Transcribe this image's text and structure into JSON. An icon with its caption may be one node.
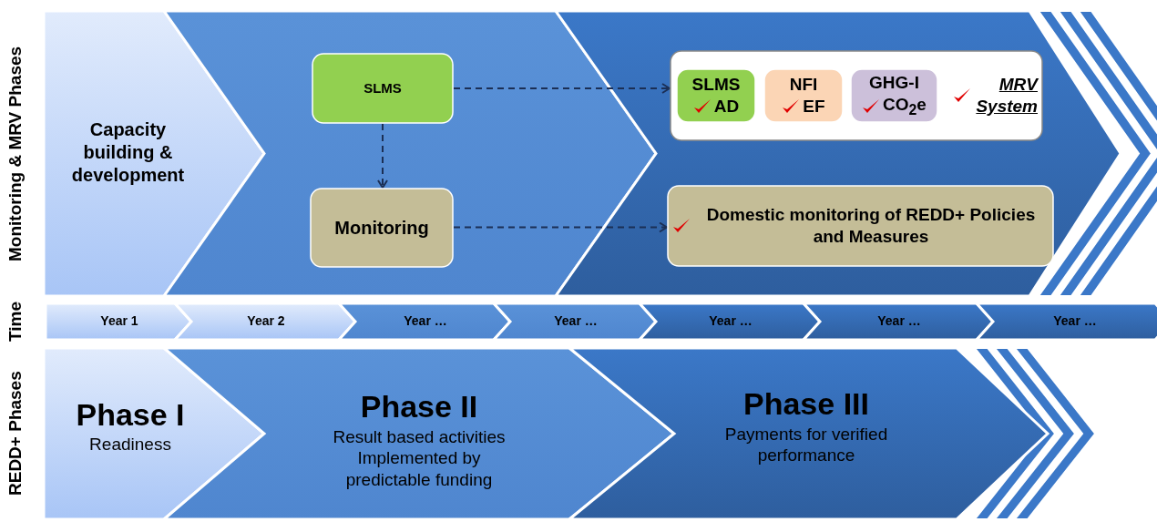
{
  "diagram": {
    "nodes": [
      {
        "text": [
          "Capacity building & development"
        ]
      },
      {
        "text": [],
        "shape": "chevron"
      },
      {
        "text": [
          "SLMS"
        ],
        "in": 1
      },
      {
        "text": [
          "Monitoring"
        ],
        "in": 1
      },
      {
        "text": [],
        "shape": "chevron"
      },
      {
        "text": [
          "MRV System"
        ],
        "in": 4
      },
      {
        "text": [
          "SLMS",
          "AD"
        ],
        "in": 5
      },
      {
        "text": [
          "NFI",
          "EF"
        ],
        "in": 5
      },
      {
        "text": [
          "GHG-I",
          "CO$_{2}$e"
        ],
        "in": 5
      },
      {
        "text": [
          "Domestic monitoring of REDD+ Policies and Measures"
        ],
        "in": 4
      },
      {
        "text": [
          "Year 1"
        ]
      },
      {
        "text": [
          "Year 2"
        ]
      },
      {
        "text": [
          "Year …"
        ]
      },
      {
        "text": [
          "Year …"
        ]
      },
      {
        "text": [
          "Year …"
        ]
      },
      {
        "text": [
          "Year …"
        ]
      },
      {
        "text": [
          "Year …"
        ]
      },
      {
        "text": [
          "Phase I",
          "Readiness"
        ]
      },
      {
        "text": [
          "Phase II",
          "Result based activities Implemented by predictable funding"
        ]
      },
      {
        "text": [
          "Phase III",
          "Payments for verified performance"
        ]
      }
    ],
    "edges": [
      {
        "from": 2,
        "to": 5,
        "arrow": "to",
        "style": "dashed"
      },
      {
        "from": 2,
        "to": 3,
        "arrow": "to",
        "style": "dashed"
      },
      {
        "from": 3,
        "to": 9,
        "arrow": "to",
        "style": "dashed"
      }
    ],
    "labels": [
      "Monitoring & MRV Phases",
      "Time",
      "REDD+ Phases"
    ]
  }
}
